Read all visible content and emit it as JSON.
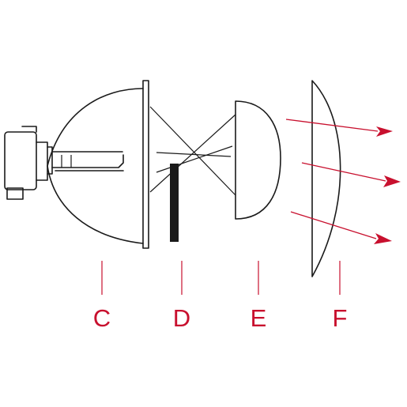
{
  "labels": {
    "c": "C",
    "d": "D",
    "e": "E",
    "f": "F"
  },
  "colors": {
    "line": "#1a1a1a",
    "accent": "#c8102e",
    "background": "#ffffff"
  }
}
